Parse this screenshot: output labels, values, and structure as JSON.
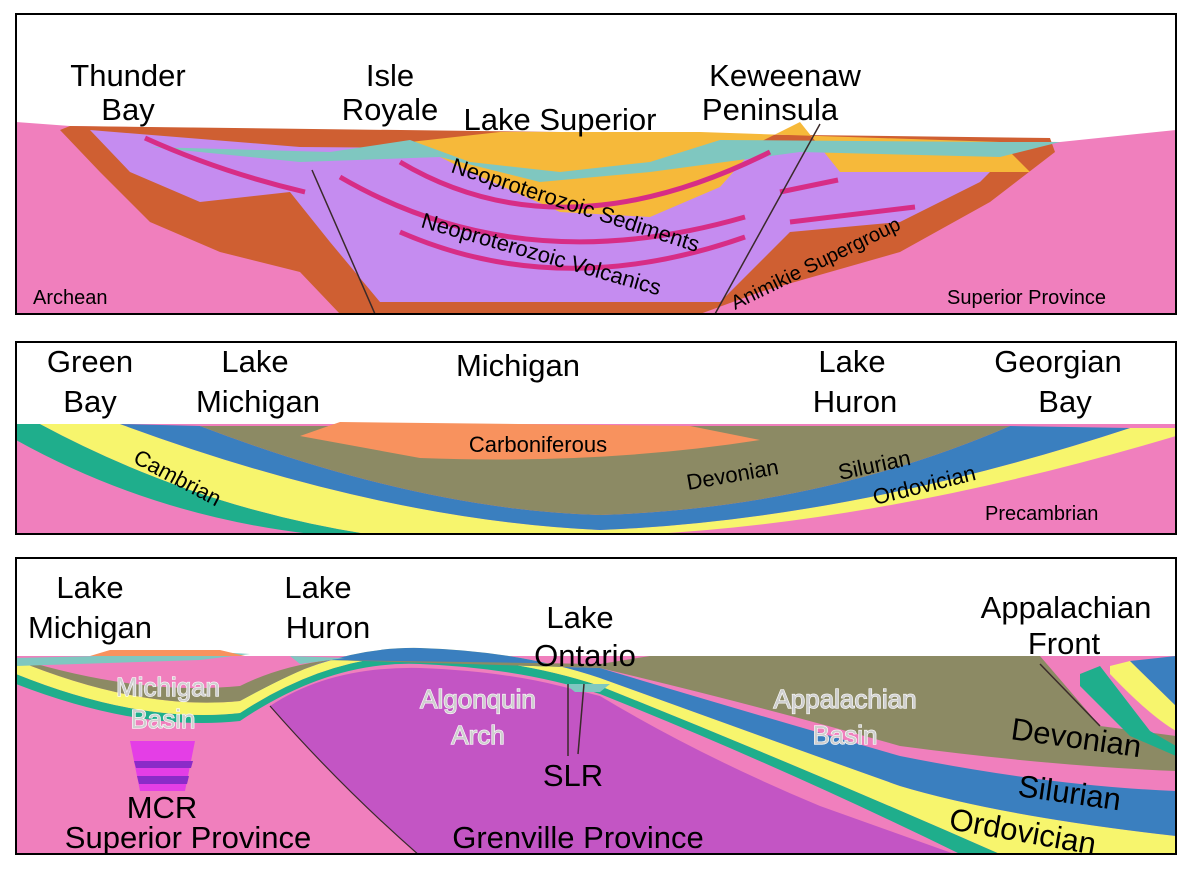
{
  "colors": {
    "archean": "#f07fbd",
    "animikie": "#cf5f32",
    "volcanics": "#c58cf0",
    "sediments": "#f6b93a",
    "lake_water": "#7fc7c0",
    "red_bands": "#d72d86",
    "carboniferous": "#f8925e",
    "devonian": "#8c8a64",
    "silurian": "#3a7fbf",
    "ordovician": "#f7f56d",
    "cambrian": "#1fae8c",
    "grenville": "#c355c4",
    "mcr": "#e43ee6"
  },
  "panel1": {
    "labels": {
      "thunder_bay_1": "Thunder",
      "thunder_bay_2": "Bay",
      "isle_royale_1": "Isle",
      "isle_royale_2": "Royale",
      "lake_superior": "Lake Superior",
      "keweenaw_1": "Keweenaw",
      "keweenaw_2": "Peninsula",
      "neoproterozoic_sediments": "Neoproterozoic Sediments",
      "neoproterozoic_volcanics": "Neoproterozoic Volcanics",
      "animikie": "Animikie Supergroup",
      "archean": "Archean",
      "superior_province": "Superior Province"
    }
  },
  "panel2": {
    "labels": {
      "green_bay_1": "Green",
      "green_bay_2": "Bay",
      "lake_michigan_1": "Lake",
      "lake_michigan_2": "Michigan",
      "michigan": "Michigan",
      "lake_huron_1": "Lake",
      "lake_huron_2": "Huron",
      "georgian_bay_1": "Georgian",
      "georgian_bay_2": "Bay",
      "carboniferous": "Carboniferous",
      "devonian": "Devonian",
      "silurian": "Silurian",
      "ordovician": "Ordovician",
      "cambrian": "Cambrian",
      "precambrian": "Precambrian"
    }
  },
  "panel3": {
    "labels": {
      "lake_michigan_1": "Lake",
      "lake_michigan_2": "Michigan",
      "lake_huron_1": "Lake",
      "lake_huron_2": "Huron",
      "lake_ontario_1": "Lake",
      "lake_ontario_2": "Ontario",
      "appalachian_front_1": "Appalachian",
      "appalachian_front_2": "Front",
      "michigan_basin_1": "Michigan",
      "michigan_basin_2": "Basin",
      "algonquin_arch_1": "Algonquin",
      "algonquin_arch_2": "Arch",
      "appalachian_basin_1": "Appalachian",
      "appalachian_basin_2": "Basin",
      "slr": "SLR",
      "mcr": "MCR",
      "superior_province": "Superior Province",
      "grenville_province": "Grenville Province",
      "devonian": "Devonian",
      "silurian": "Silurian",
      "ordovician": "Ordovician"
    }
  }
}
